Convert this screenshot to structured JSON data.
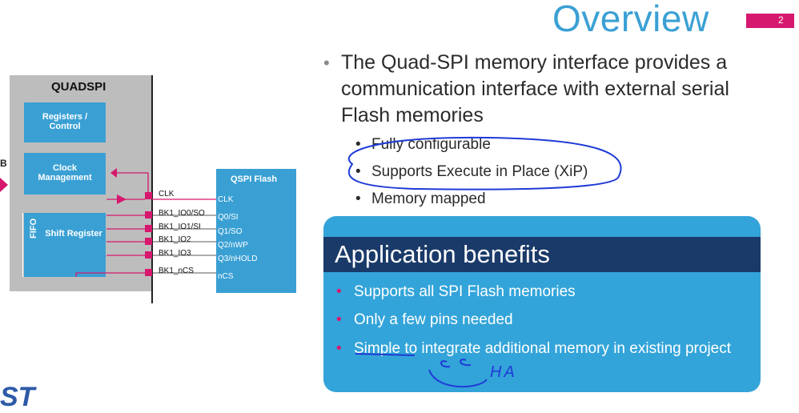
{
  "slide": {
    "title": "Overview",
    "page_number": "2",
    "main_bullet": "The Quad-SPI memory interface provides a communication interface with external serial Flash memories",
    "sub_bullets": [
      "Fully configurable",
      "Supports Execute in Place (XiP)",
      "Memory mapped"
    ],
    "benefits_title": "Application benefits",
    "benefits": [
      "Supports all SPI Flash memories",
      "Only a few pins needed",
      "Simple to integrate additional memory in existing project"
    ],
    "annotation_text": "HA",
    "bullet_dot": "•"
  },
  "diagram": {
    "block_title": "QUADSPI",
    "registers_label": "Registers / Control",
    "clock_label": "Clock Management",
    "fifo_label": "FIFO",
    "shift_label": "Shift Register",
    "left_edge_label": "B",
    "flash_title": "QSPI Flash",
    "signals": [
      "CLK",
      "BK1_IO0/SO",
      "BK1_IO1/SI",
      "BK1_IO2",
      "BK1_IO3",
      "BK1_nCS"
    ],
    "flash_pins": [
      "CLK",
      "Q0/SI",
      "Q1/SO",
      "Q2/nWP",
      "Q3/nHOLD",
      "nCS"
    ]
  },
  "logo_text": "ST",
  "colors": {
    "accent_blue": "#3aa0d4",
    "dark_navy": "#1a3a69",
    "magenta": "#d6186f",
    "ink": "#1f3bd6"
  }
}
